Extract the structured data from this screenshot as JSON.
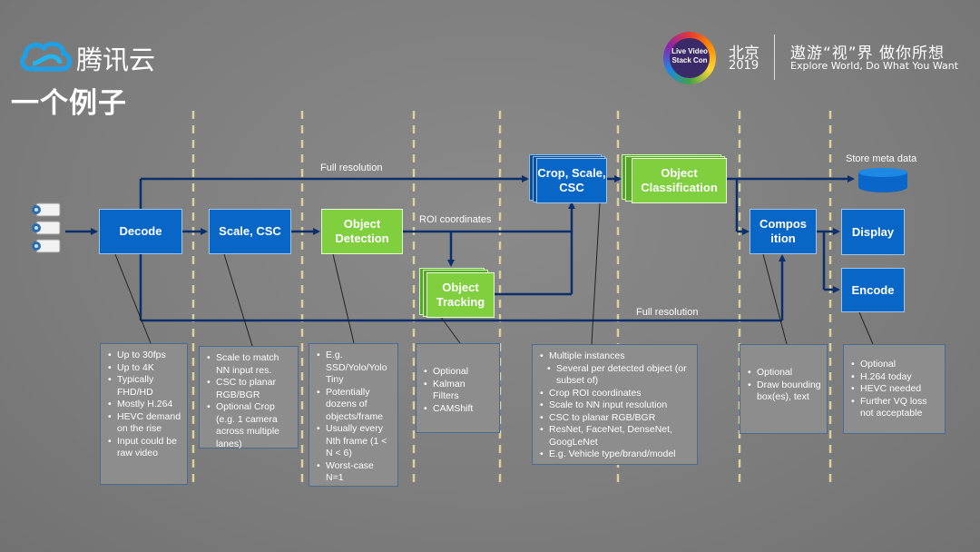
{
  "header": {
    "brand": "腾讯云",
    "slide_title": "一个例子",
    "event_badge": [
      "Live Video",
      "Stack Con"
    ],
    "city": "北京",
    "year": "2019",
    "slogan_cn": "遨游“视”界 做你所想",
    "slogan_en": "Explore World, Do What You Want"
  },
  "pipeline": {
    "decode": "Decode",
    "scale_csc": "Scale, CSC",
    "object_detection": "Object Detection",
    "object_tracking": "Object Tracking",
    "crop_scale_csc": "Crop, Scale, CSC",
    "object_classification": "Object Classification",
    "composition": "Compos ition",
    "display": "Display",
    "encode": "Encode"
  },
  "labels": {
    "full_resolution_top": "Full resolution",
    "roi_coordinates": "ROI coordinates",
    "full_resolution_bottom": "Full resolution",
    "store_meta": "Store meta data"
  },
  "notes": {
    "decode": [
      "Up to 30fps",
      "Up to 4K",
      "Typically FHD/HD",
      "Mostly H.264",
      "HEVC demand on the rise",
      "Input could be raw video"
    ],
    "scale": [
      "Scale to match NN input res.",
      "CSC to planar RGB/BGR",
      "Optional Crop (e.g. 1 camera across multiple lanes)"
    ],
    "detection": [
      "E.g. SSD/Yolo/Yolo Tiny",
      "Potentially dozens of objects/frame",
      "Usually every Nth frame (1 < N < 6)",
      "Worst-case N=1"
    ],
    "tracking": [
      "Optional",
      "Kalman Filters",
      "CAMShift"
    ],
    "classification": [
      {
        "text": "Multiple instances",
        "sub": false
      },
      {
        "text": "Several per detected object (or subset of)",
        "sub": true
      },
      {
        "text": "Crop ROI coordinates",
        "sub": false
      },
      {
        "text": "Scale to NN input resolution",
        "sub": false
      },
      {
        "text": "CSC to planar RGB/BGR",
        "sub": false
      },
      {
        "text": "ResNet, FaceNet, DenseNet, GoogLeNet",
        "sub": false
      },
      {
        "text": "E.g. Vehicle type/brand/model",
        "sub": false
      }
    ],
    "composition": [
      "Optional",
      "Draw bounding box(es), text"
    ],
    "encode": [
      "Optional",
      "H.264 today",
      "HEVC needed",
      "Further VQ loss not acceptable"
    ]
  },
  "colors": {
    "blue_box": "#0866c6",
    "green_box": "#7fcf3e",
    "arrow": "#0b2f6b",
    "dashed_line": "#d9d29a"
  },
  "icons": {
    "cloud_logo": "tencent-cloud-logo-icon",
    "cameras": "security-camera-icon"
  }
}
